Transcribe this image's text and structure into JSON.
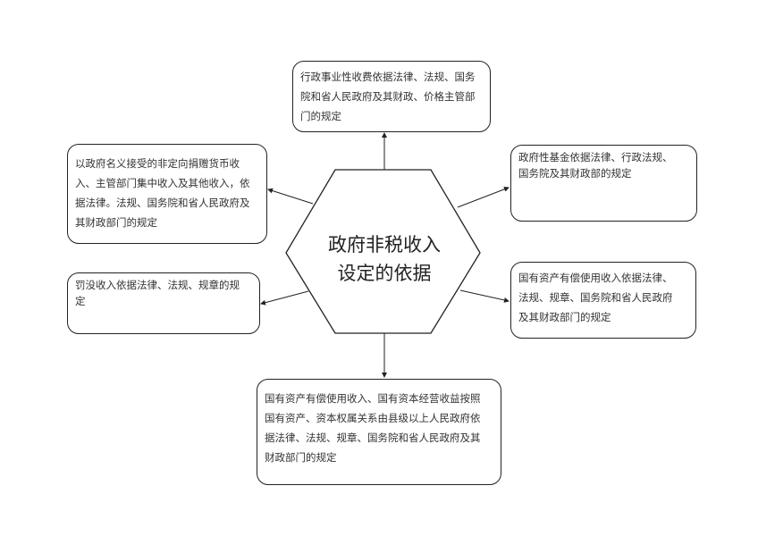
{
  "center": {
    "lines": [
      "政府非税收入",
      "设定的依据"
    ]
  },
  "boxes": {
    "top": {
      "lines": [
        "行政事业性收费依据法律、法规、国务",
        "院和省人民政府及其财政、价格主管部",
        "门的规定"
      ]
    },
    "left_top": {
      "lines": [
        "以政府名义接受的非定向捐赠货币收",
        "入、主管部门集中收入及其他收入，依",
        "据法律。法规、国务院和省人民政府及",
        "其财政部门的规定"
      ]
    },
    "right_top": {
      "lines": [
        "政府性基金依据法律、行政法规、",
        "国务院及其财政部的规定"
      ]
    },
    "left_bottom": {
      "lines": [
        "罚没收入依据法律、法规、规章的规",
        "定"
      ]
    },
    "right_bottom": {
      "lines": [
        "国有资产有偿使用收入依据法律、",
        "法规、规章、国务院和省人民政府",
        "及其财政部门的规定"
      ]
    },
    "bottom": {
      "lines": [
        "国有资产有偿使用收入、国有资本经营收益按照",
        "国有资产、资本权属关系由县级以上人民政府依",
        "据法律、法规、规章、国务院和省人民政府及其",
        "财政部门的规定"
      ]
    }
  }
}
